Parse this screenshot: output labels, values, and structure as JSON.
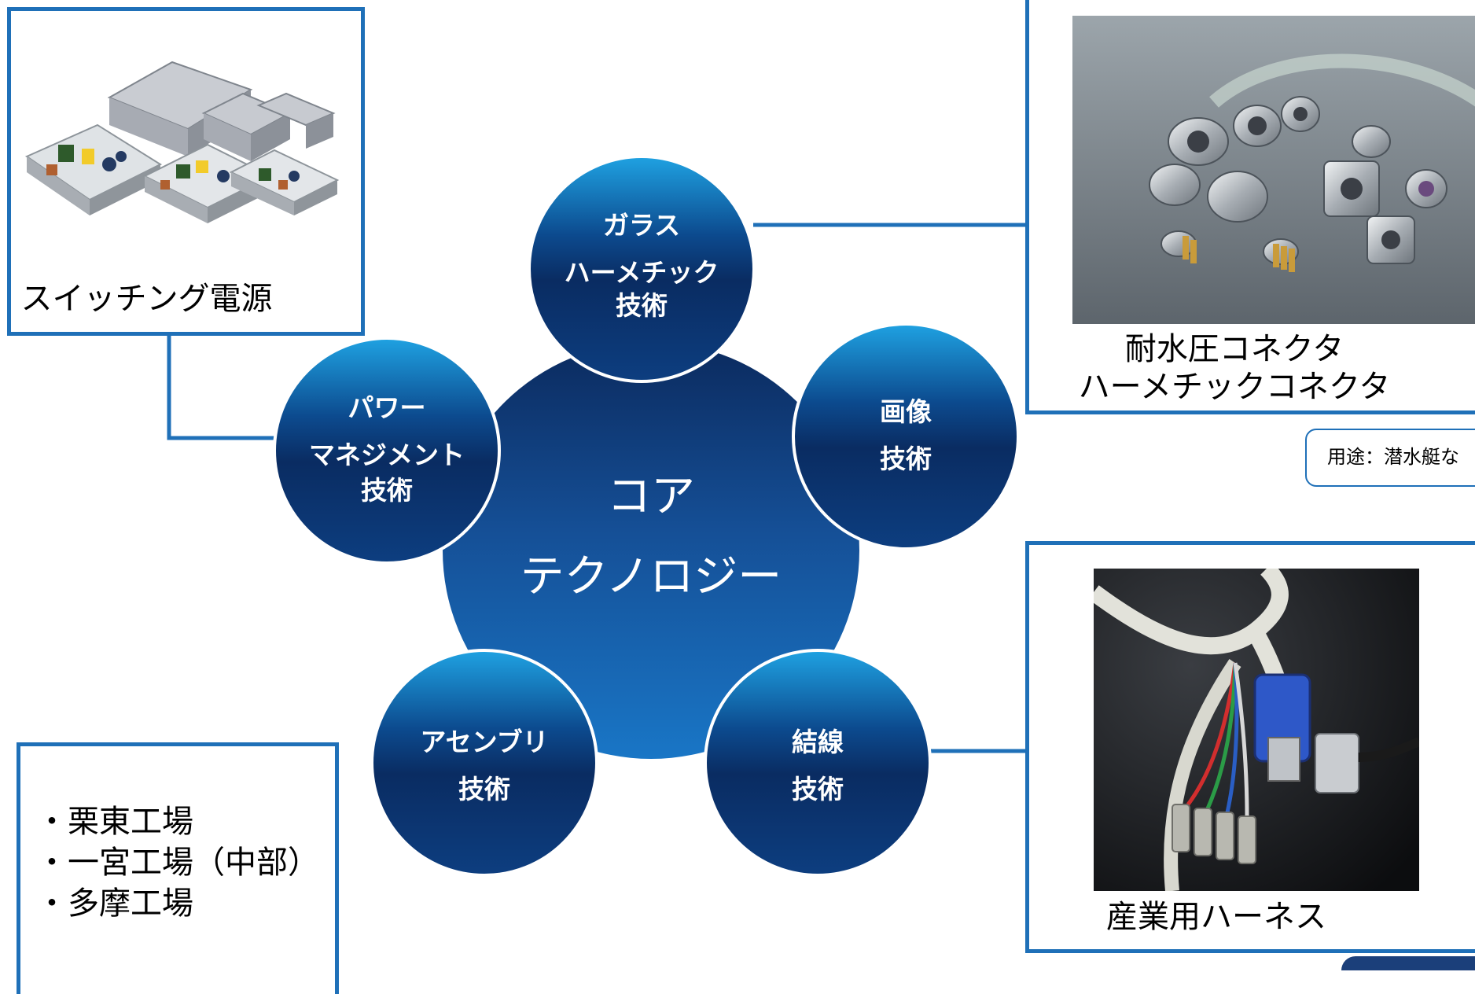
{
  "center": {
    "line1": "コア",
    "line2": "テクノロジー"
  },
  "technologies": [
    {
      "lines": [
        "ガラス",
        "ハーメチック",
        "技術"
      ]
    },
    {
      "lines": [
        "画像",
        "技術"
      ]
    },
    {
      "lines": [
        "結線",
        "技術"
      ]
    },
    {
      "lines": [
        "アセンブリ",
        "技術"
      ]
    },
    {
      "lines": [
        "パワー",
        "マネジメント",
        "技術"
      ]
    }
  ],
  "products": {
    "switching_power": {
      "label": "スイッチング電源"
    },
    "connector": {
      "line1": "耐水圧コネクタ",
      "line2": "ハーメチックコネクタ"
    },
    "connector_use": {
      "label": "用途：潜水艇な"
    },
    "harness": {
      "label": "産業用ハーネス"
    }
  },
  "factories": {
    "items": [
      "・栗東工場",
      "・一宮工場（中部）",
      "・多摩工場"
    ]
  },
  "colors": {
    "frame_blue": "#1f70b8",
    "circle_dark": "#0b2f66",
    "circle_light": "#1b8fd8",
    "center_light": "#1e6fc4"
  },
  "icons": {
    "switching_power_photo": "power-supply-units-photo",
    "connector_photo": "hermetic-connectors-photo",
    "harness_photo": "industrial-cable-harness-photo"
  }
}
